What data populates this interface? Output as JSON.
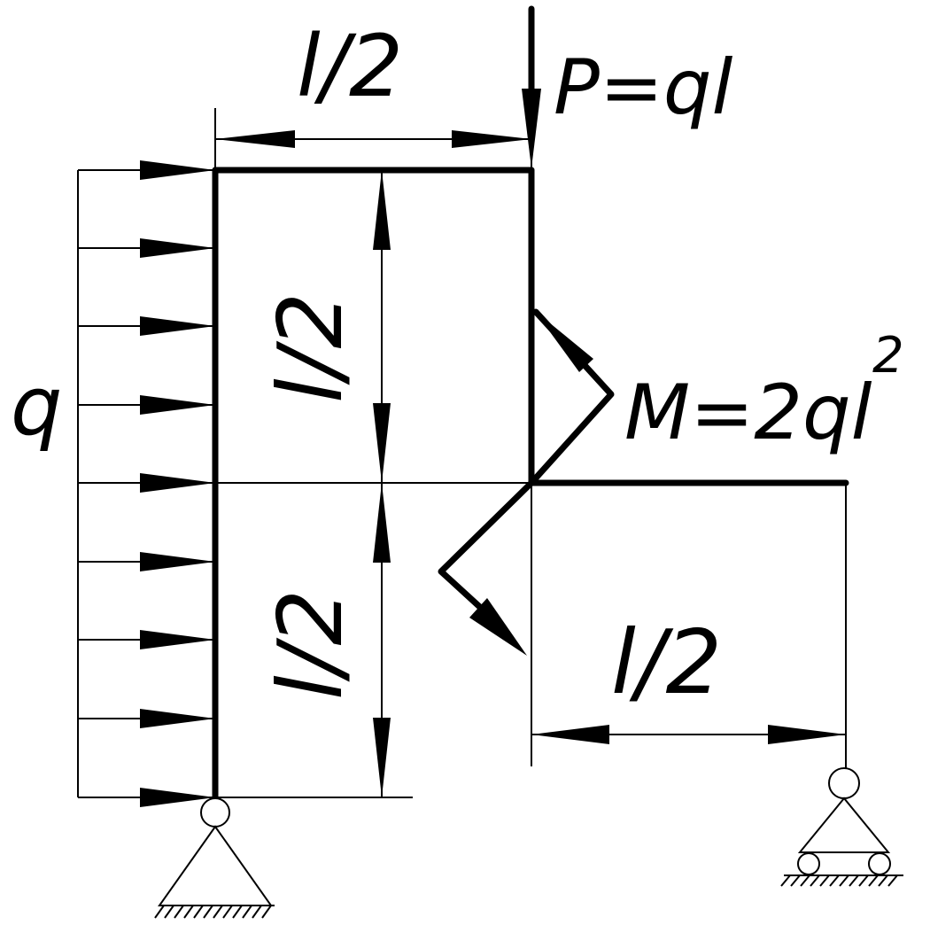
{
  "labels": {
    "top_dim": "l/2",
    "left_upper_dim": "l/2",
    "left_lower_dim": "l/2",
    "bottom_right_dim": "l/2",
    "load": "q",
    "force": "P=ql",
    "moment": "M=2ql",
    "moment_exp": "2"
  }
}
